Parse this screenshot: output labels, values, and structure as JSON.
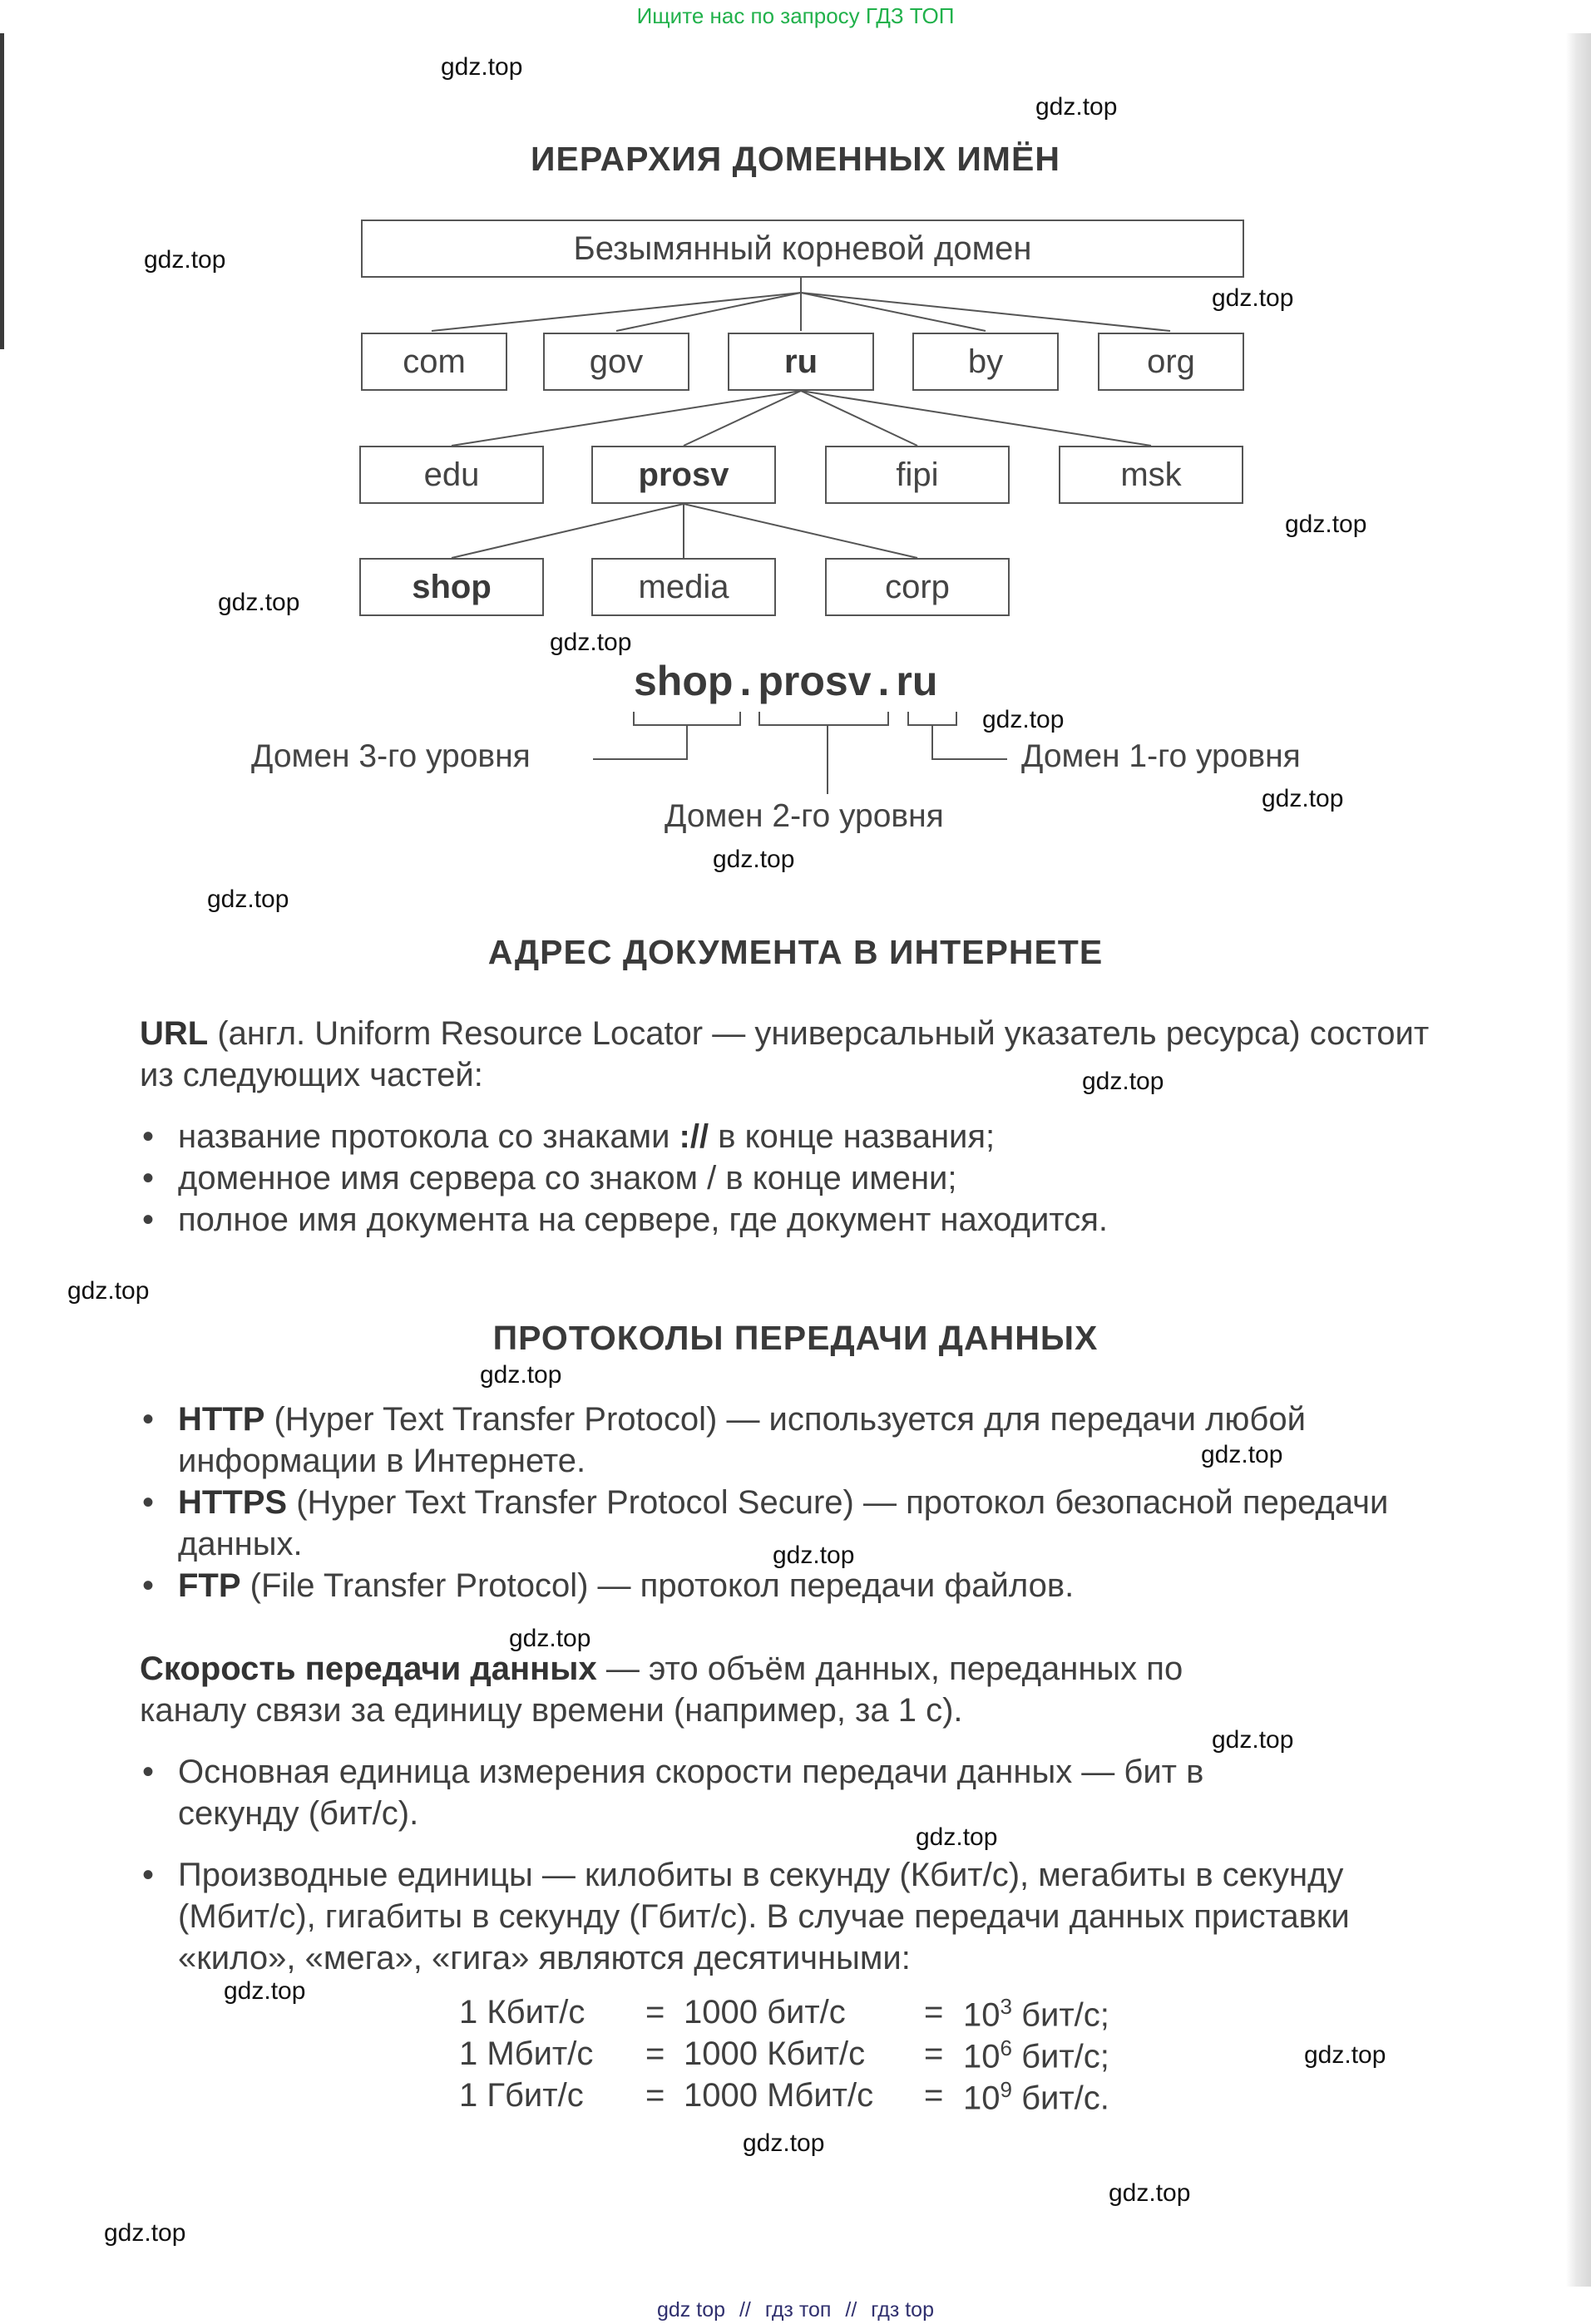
{
  "banner": "Ищите нас по запросу ГДЗ ТОП",
  "watermark": "gdz.top",
  "footer": [
    "gdz top",
    "//",
    "гдз топ",
    "//",
    "гдз top"
  ],
  "hierarchy": {
    "title": "ИЕРАРХИЯ ДОМЕННЫХ ИМЁН",
    "root": "Безымянный корневой домен",
    "level1": [
      "com",
      "gov",
      "ru",
      "by",
      "org"
    ],
    "level2": [
      "edu",
      "prosv",
      "fipi",
      "msk"
    ],
    "level3": [
      "shop",
      "media",
      "corp"
    ],
    "example_parts": [
      "shop",
      ".",
      "prosv",
      ".",
      "ru"
    ],
    "label_level3": "Домен 3-го уровня",
    "label_level2": "Домен 2-го уровня",
    "label_level1": "Домен 1-го уровня"
  },
  "address": {
    "title": "АДРЕС ДОКУМЕНТА В ИНТЕРНЕТЕ",
    "url_term": "URL",
    "url_text": " (англ. Uniform Resource Locator — универсальный указатель ресурса) состоит из следующих частей:",
    "items": [
      {
        "before": "название протокола со знаками ",
        "strong": "://",
        "after": " в конце названия;"
      },
      {
        "before": "доменное имя сервера со знаком / в конце имени;",
        "strong": "",
        "after": ""
      },
      {
        "before": "полное имя документа на сервере, где документ находится.",
        "strong": "",
        "after": ""
      }
    ]
  },
  "protocols": {
    "title": "ПРОТОКОЛЫ ПЕРЕДАЧИ ДАННЫХ",
    "items": [
      {
        "term": "HTTP",
        "text": " (Hyper Text Transfer Protocol) — используется для передачи любой информации в Интернете."
      },
      {
        "term": "HTTPS",
        "text": " (Hyper Text Transfer Protocol Secure) — протокол безопасной передачи данных."
      },
      {
        "term": "FTP",
        "text": " (File Transfer Protocol) — протокол передачи файлов."
      }
    ]
  },
  "speed": {
    "term": "Скорость передачи данных",
    "definition": " — это объём данных, переданных по каналу связи за единицу времени (например, за 1 с).",
    "items": [
      "Основная единица измерения скорости передачи данных — бит в секунду (бит/с).",
      "Производные единицы — килобиты в секунду (Кбит/с), мегабиты в секунду (Мбит/с), гигабиты в секунду (Гбит/с). В случае передачи данных приставки «кило», «мега», «гига» являются десятичными:"
    ],
    "formulas": [
      {
        "left": "1 Кбит/с",
        "eq1": "=",
        "mid": "1000 бит/с",
        "eq2": "=",
        "base": "10",
        "exp": "3",
        "unit": " бит/с;"
      },
      {
        "left": "1 Мбит/с",
        "eq1": "=",
        "mid": "1000 Кбит/с",
        "eq2": "=",
        "base": "10",
        "exp": "6",
        "unit": " бит/с;"
      },
      {
        "left": "1 Гбит/с",
        "eq1": "=",
        "mid": "1000 Мбит/с",
        "eq2": "=",
        "base": "10",
        "exp": "9",
        "unit": " бит/с."
      }
    ]
  }
}
